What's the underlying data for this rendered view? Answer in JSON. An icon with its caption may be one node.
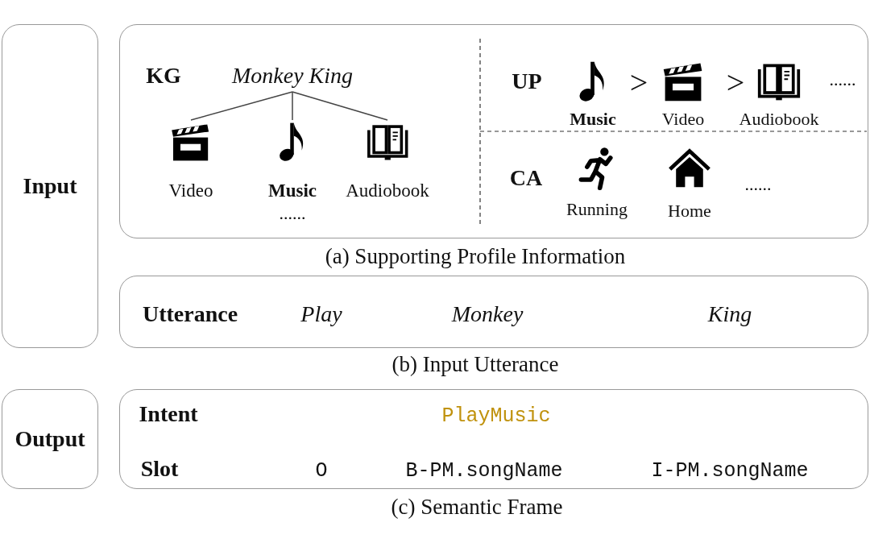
{
  "diagram": {
    "nodes": [
      {
        "text": [
          "Input"
        ]
      },
      {
        "text": [],
        "shape": "box",
        "beside": [
          "(a) Supporting Profile Information"
        ]
      },
      {
        "text": [],
        "shape": "box",
        "beside": [
          "(b) Input Utterance"
        ]
      },
      {
        "text": [
          "Output"
        ]
      },
      {
        "text": [],
        "shape": "box",
        "beside": [
          "(c) Semantic Frame"
        ]
      },
      {
        "text": [
          "Monkey King"
        ],
        "in": 1
      },
      {
        "text": [
          "Video"
        ],
        "in": 1
      },
      {
        "text": [
          "Music"
        ],
        "in": 1
      },
      {
        "text": [
          "Audiobook"
        ],
        "in": 1
      }
    ],
    "edges": [
      {
        "from": 5,
        "to": 6,
        "arrow": "none"
      },
      {
        "from": 5,
        "to": 7,
        "arrow": "none"
      },
      {
        "from": 5,
        "to": 8,
        "arrow": "none"
      }
    ],
    "labels": [
      "KG",
      "......",
      "UP",
      "Music",
      ">",
      "Video",
      ">",
      "Audiobook",
      "......",
      "CA",
      "Running",
      "Home",
      "......",
      "Utterance",
      "Play",
      "Monkey",
      "King",
      "Intent",
      "PlayMusic",
      "Slot",
      "O",
      "B-PM.songName",
      "I-PM.songName"
    ]
  }
}
